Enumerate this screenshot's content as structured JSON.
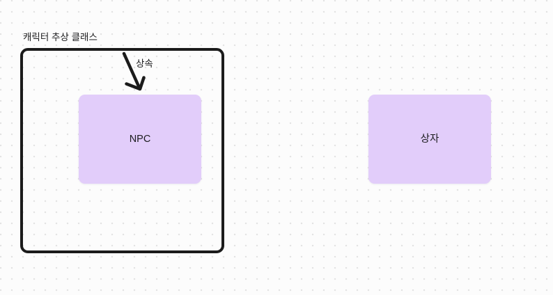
{
  "canvas": {
    "background": "#FCFCFC",
    "dot_color": "#E3E3E3"
  },
  "frame": {
    "title": "캐릭터 추상 클래스",
    "border_color": "#1B1B1B"
  },
  "arrow": {
    "label": "상속",
    "color": "#1B1B1B"
  },
  "nodes": [
    {
      "label": "NPC",
      "fill": "#E2CDFA",
      "text_color": "#1D1D1F"
    },
    {
      "label": "상자",
      "fill": "#E2CDFA",
      "text_color": "#1D1D1F"
    }
  ]
}
